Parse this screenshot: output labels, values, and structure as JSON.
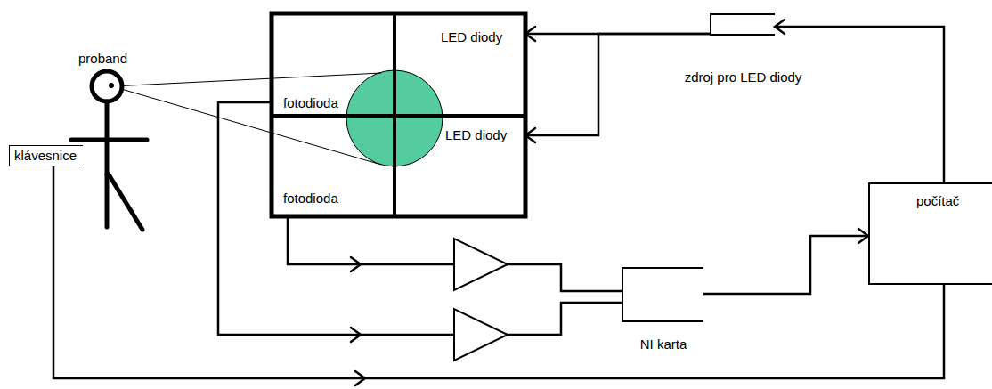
{
  "diagram": {
    "nodes": [
      {
        "text": [
          "klávesnice"
        ]
      },
      {
        "text": [
          "LED diody"
        ]
      },
      {
        "text": [
          "fotodioda"
        ]
      },
      {
        "text": [
          "LED diody"
        ]
      },
      {
        "text": [
          "fotodioda"
        ]
      },
      {
        "text": [
          "zdroj pro LED diody"
        ]
      },
      {
        "text": [
          "NI karta"
        ]
      },
      {
        "text": [
          "počítač"
        ]
      }
    ],
    "edges": [
      {
        "from": 4,
        "to": 6,
        "arrow": "to"
      },
      {
        "from": 2,
        "to": 6,
        "arrow": "to"
      },
      {
        "from": 6,
        "to": 7,
        "arrow": "to"
      },
      {
        "from": 7,
        "to": 5,
        "arrow": "to"
      },
      {
        "from": 5,
        "to": 1,
        "arrow": "to"
      },
      {
        "from": 5,
        "to": 3,
        "arrow": "to"
      },
      {
        "from": 0,
        "to": 7,
        "arrow": "to"
      }
    ],
    "labels": [
      "proband"
    ]
  }
}
